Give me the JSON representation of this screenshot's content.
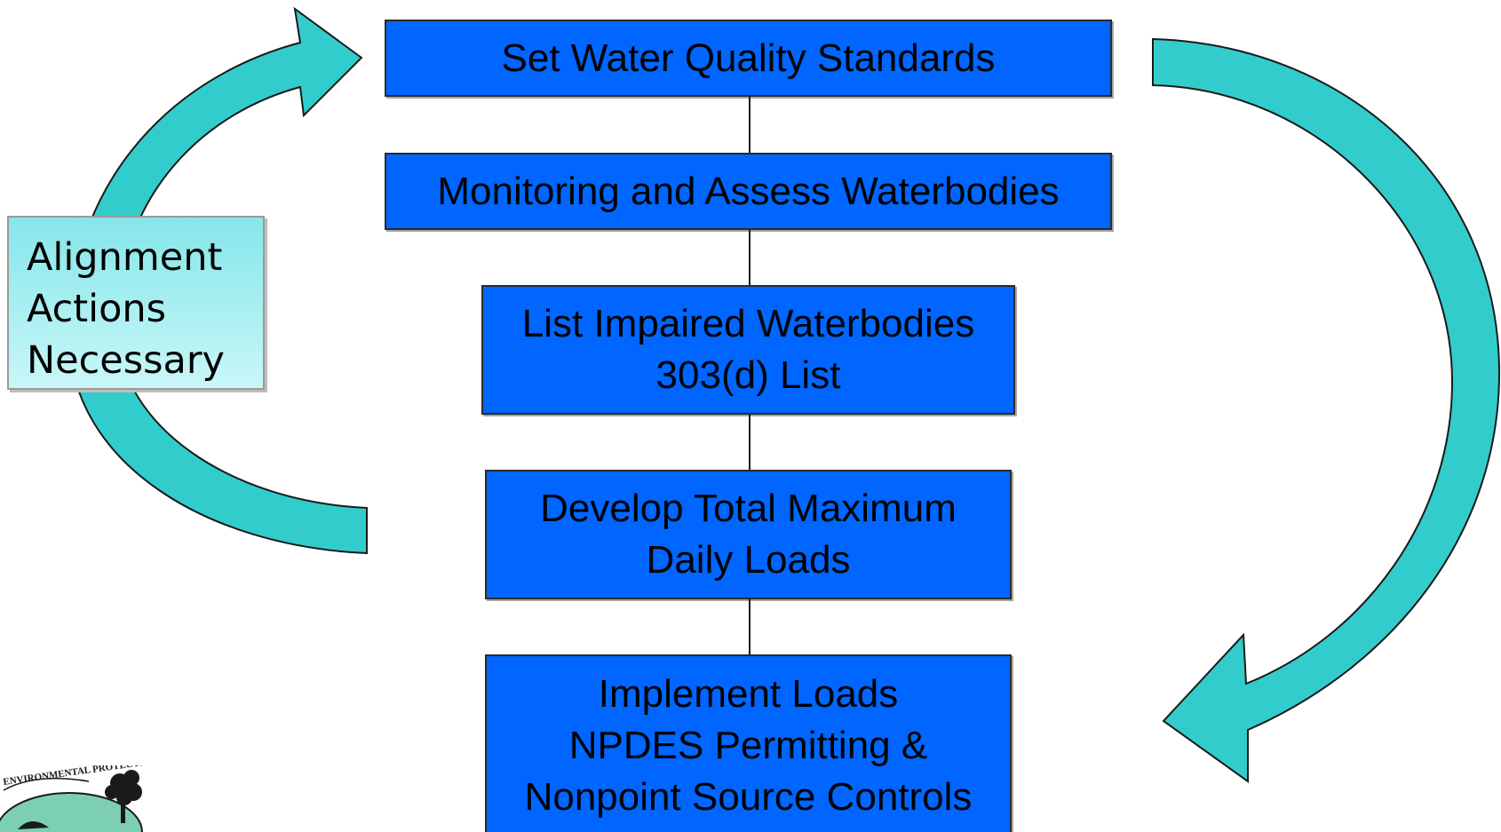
{
  "colors": {
    "box_fill": "#0066ff",
    "arrow_fill": "#33cccc",
    "callout_fill": "#a8eef0"
  },
  "steps": [
    {
      "lines": [
        "Set Water Quality Standards"
      ]
    },
    {
      "lines": [
        "Monitoring and Assess Waterbodies"
      ]
    },
    {
      "lines": [
        "List Impaired Waterbodies",
        "303(d) List"
      ]
    },
    {
      "lines": [
        "Develop Total Maximum",
        "Daily Loads"
      ]
    },
    {
      "lines": [
        "Implement Loads",
        "NPDES Permitting &",
        "Nonpoint Source Controls"
      ]
    }
  ],
  "callout": {
    "lines": [
      "Alignment",
      "Actions",
      "Necessary"
    ]
  },
  "logo": {
    "text": "ENVIRONMENTAL PROTECTION"
  }
}
